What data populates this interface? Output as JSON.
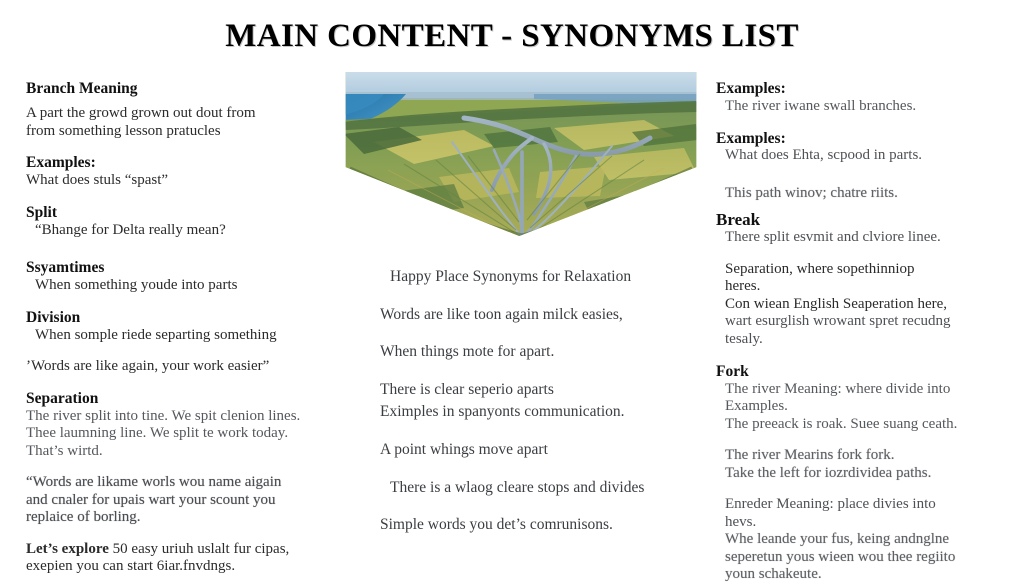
{
  "page": {
    "title": "MAIN CONTENT - SYNONYMS LIST",
    "background_color": "#ffffff",
    "text_color": "#1a1a1a"
  },
  "image": {
    "name": "aerial-river-delta-photo",
    "description": "Aerial photograph of a branching river delta with green and yellow farmland, clipped into a downward-pointing delta / chevron shape",
    "colors": {
      "sky": "#bcd4e6",
      "ocean": "#1f6fa8",
      "field_green": "#5d8a3a",
      "field_yellow": "#c8c25a",
      "water_channel": "#8fa3b5"
    }
  },
  "left_column": {
    "blocks": [
      {
        "type": "heading",
        "text": "Branch Meaning"
      },
      {
        "type": "body",
        "text": "A part the growd grown out dout from"
      },
      {
        "type": "body",
        "text": "from something lesson pratucles"
      },
      {
        "type": "heading",
        "text": "Examples:"
      },
      {
        "type": "body",
        "text": "What does stuls “spast”"
      },
      {
        "type": "heading",
        "text": "Split"
      },
      {
        "type": "body",
        "text": "“Bhange for Delta really mean?"
      },
      {
        "type": "heading",
        "text": "Ssyamtimes"
      },
      {
        "type": "body",
        "text": "When something youde into parts"
      },
      {
        "type": "heading",
        "text": "Division"
      },
      {
        "type": "body",
        "text": "When somple riede separting something"
      },
      {
        "type": "body",
        "text": "’Words are like again, your work easier”"
      },
      {
        "type": "heading",
        "text": "Separation"
      },
      {
        "type": "body",
        "text": "The river split into tine. We spit clenion lines."
      },
      {
        "type": "body",
        "text": "Thee laumning line. We split te work today."
      },
      {
        "type": "body",
        "text": "That’s wirtd."
      },
      {
        "type": "body",
        "text": "“Words are likame worls wou name aigain"
      },
      {
        "type": "body",
        "text": "and cnaler for upais wart your scount you"
      },
      {
        "type": "body",
        "text": "replaice of borling."
      },
      {
        "type": "body",
        "lead": "Let’s explore",
        "text": " 50 easy uriuh uslalt fur cipas,"
      },
      {
        "type": "body",
        "text": "exepien you can start 6iar.fnvdngs."
      }
    ]
  },
  "middle_column": {
    "lines": [
      "Happy Place Synonyms for Relaxation",
      "Words are like toon again milck easies,",
      "When things mote for apart.",
      "There is clear seperio aparts",
      "Eximples in spanyonts communication.",
      "A point whings move apart",
      "There is a wlaog cleare stops and divides",
      "Simple words you det’s comrunisons."
    ]
  },
  "right_column": {
    "blocks": [
      {
        "type": "heading",
        "text": "Examples:"
      },
      {
        "type": "body",
        "text": "The river iwane swall branches."
      },
      {
        "type": "heading",
        "text": "Examples:"
      },
      {
        "type": "body",
        "text": "What does Ehta, scpood in parts."
      },
      {
        "type": "body",
        "text": "This path winov; chatre riits."
      },
      {
        "type": "heading",
        "text": "Break"
      },
      {
        "type": "body",
        "text": "There split esvmit and clviore linee."
      },
      {
        "type": "body",
        "text": "Separation, where sopethinniop"
      },
      {
        "type": "body",
        "text": "heres."
      },
      {
        "type": "body",
        "text": "Con wiean English Seaperation here,"
      },
      {
        "type": "body",
        "text": "wart esurglish wrowant spret recudng"
      },
      {
        "type": "body",
        "text": "tesaly."
      },
      {
        "type": "heading",
        "text": "Fork"
      },
      {
        "type": "body",
        "text": "The river Meaning: where divide into"
      },
      {
        "type": "body",
        "text": "Examples."
      },
      {
        "type": "body",
        "text": "The preeack is roak. Suee suang ceath."
      },
      {
        "type": "body",
        "text": "The river Mearins fork fork."
      },
      {
        "type": "body",
        "text": "Take the left for iozrdividea paths."
      },
      {
        "type": "body",
        "text": "Enreder Meaning: place divies into"
      },
      {
        "type": "body",
        "text": "hevs."
      },
      {
        "type": "body",
        "text": "Whe leande your fus, keing andnglne"
      },
      {
        "type": "body",
        "text": "seperetun yous wieen wou thee regiito"
      },
      {
        "type": "body",
        "text": "youn schakeute."
      }
    ]
  }
}
